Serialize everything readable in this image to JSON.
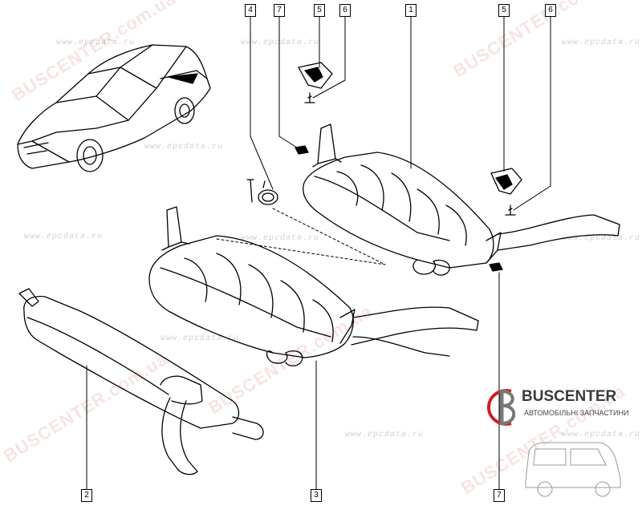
{
  "callouts": {
    "c4": "4",
    "c7a": "7",
    "c5a": "5",
    "c6a": "6",
    "c1": "1",
    "c5b": "5",
    "c6b": "6",
    "c2": "2",
    "c3": "3",
    "c7b": "7"
  },
  "watermarks": {
    "url_text": "www.epcdata.ru",
    "brand_text": "BUSCENTER.com.ua"
  },
  "logo": {
    "name": "BUSCENTER",
    "tagline": "АВТОМОБІЛЬНІ ЗАПЧАСТИНИ"
  }
}
